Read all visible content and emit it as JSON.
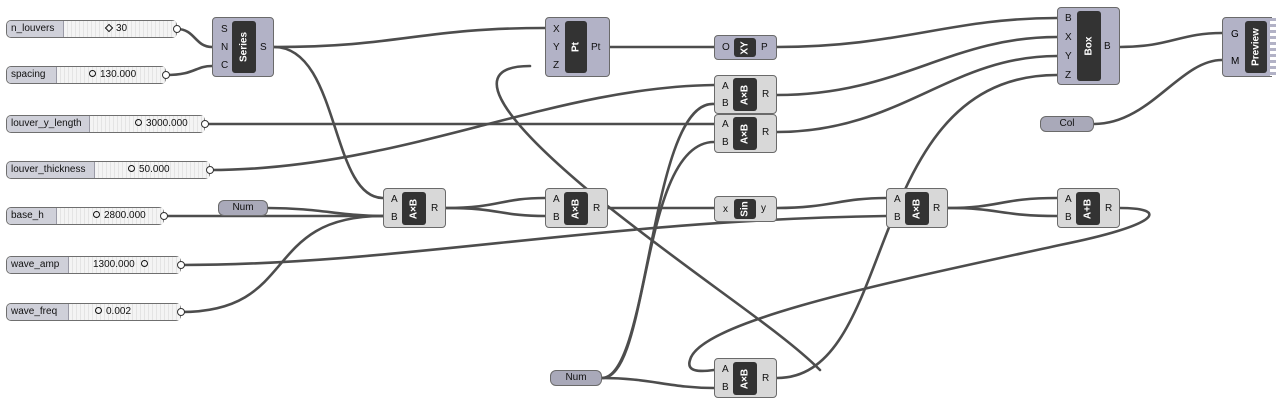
{
  "sliders": [
    {
      "id": "n_louvers",
      "label": "n_louvers",
      "value": "30",
      "knob": "diamond"
    },
    {
      "id": "spacing",
      "label": "spacing",
      "value": "130.000",
      "knob": "circle"
    },
    {
      "id": "louver_y_length",
      "label": "louver_y_length",
      "value": "3000.000",
      "knob": "circle"
    },
    {
      "id": "louver_thickness",
      "label": "louver_thickness",
      "value": "50.000",
      "knob": "circle"
    },
    {
      "id": "base_h",
      "label": "base_h",
      "value": "2800.000",
      "knob": "circle"
    },
    {
      "id": "wave_amp",
      "label": "wave_amp",
      "value": "1300.000",
      "knob": "circle"
    },
    {
      "id": "wave_freq",
      "label": "wave_freq",
      "value": "0.002",
      "knob": "circle"
    }
  ],
  "components": {
    "series": {
      "title": "Series",
      "inputs": [
        "S",
        "N",
        "C"
      ],
      "outputs": [
        "S"
      ]
    },
    "pt": {
      "title": "Pt",
      "inputs": [
        "X",
        "Y",
        "Z"
      ],
      "outputs": [
        "Pt"
      ]
    },
    "xy": {
      "title": "XY",
      "inputs": [
        "O"
      ],
      "outputs": [
        "P"
      ]
    },
    "box": {
      "title": "Box",
      "inputs": [
        "B",
        "X",
        "Y",
        "Z"
      ],
      "outputs": [
        "B"
      ]
    },
    "preview": {
      "title": "Preview",
      "inputs": [
        "G",
        "M"
      ]
    },
    "mult": {
      "title": "A×B",
      "inputs": [
        "A",
        "B"
      ],
      "output": "R"
    },
    "add": {
      "title": "A+B",
      "inputs": [
        "A",
        "B"
      ],
      "output": "R"
    },
    "sin": {
      "title": "Sin",
      "inputs": [
        "x"
      ],
      "outputs": [
        "y"
      ]
    },
    "num": {
      "title": "Num"
    },
    "col": {
      "title": "Col"
    }
  }
}
